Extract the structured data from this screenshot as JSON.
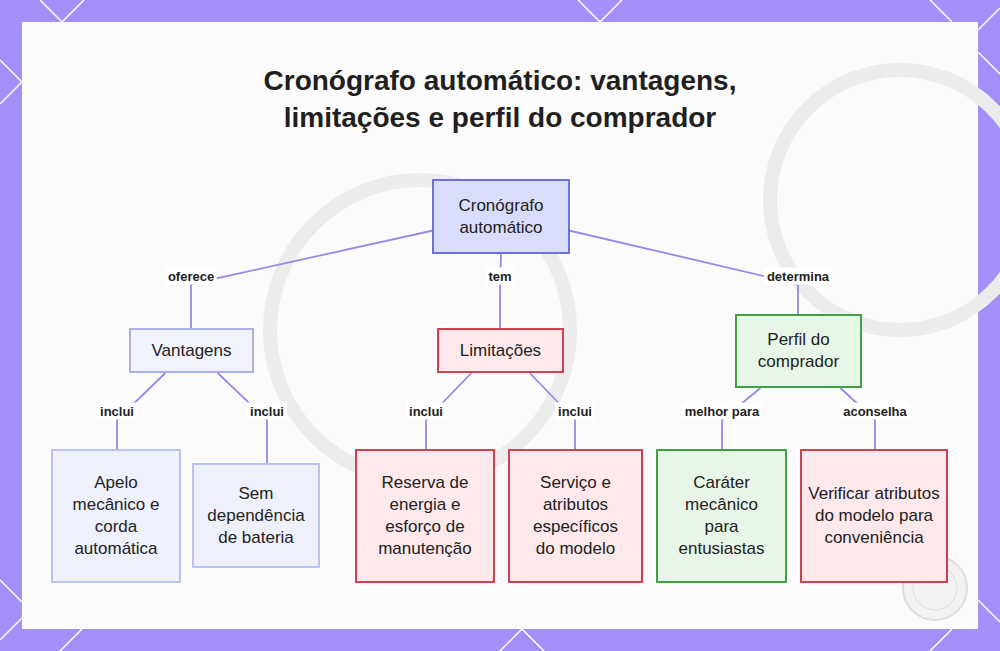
{
  "diagram": {
    "title": "Cronógrafo automático: vantagens, limitações e perfil do comprador",
    "nodes": [
      {
        "text": [
          "Cronógrafo automático"
        ]
      },
      {
        "text": [
          "Vantagens"
        ]
      },
      {
        "text": [
          "Limitações"
        ]
      },
      {
        "text": [
          "Perfil do comprador"
        ]
      },
      {
        "text": [
          "Apelo mecânico e corda automática"
        ]
      },
      {
        "text": [
          "Sem dependência de bateria"
        ]
      },
      {
        "text": [
          "Reserva de energia e esforço de manutenção"
        ]
      },
      {
        "text": [
          "Serviço e atributos específicos do modelo"
        ]
      },
      {
        "text": [
          "Caráter mecânico para entusiastas"
        ]
      },
      {
        "text": [
          "Verificar atributos do modelo para conveniência"
        ]
      }
    ],
    "edges": [
      {
        "from": 0,
        "to": 1,
        "arrow": "none",
        "label": "oferece"
      },
      {
        "from": 0,
        "to": 2,
        "arrow": "none",
        "label": "tem"
      },
      {
        "from": 0,
        "to": 3,
        "arrow": "none",
        "label": "determina"
      },
      {
        "from": 1,
        "to": 4,
        "arrow": "none",
        "label": "inclui"
      },
      {
        "from": 1,
        "to": 5,
        "arrow": "none",
        "label": "inclui"
      },
      {
        "from": 2,
        "to": 6,
        "arrow": "none",
        "label": "inclui"
      },
      {
        "from": 2,
        "to": 7,
        "arrow": "none",
        "label": "inclui"
      },
      {
        "from": 3,
        "to": 8,
        "arrow": "none",
        "label": "melhor para"
      },
      {
        "from": 3,
        "to": 9,
        "arrow": "none",
        "label": "aconselha"
      }
    ]
  }
}
